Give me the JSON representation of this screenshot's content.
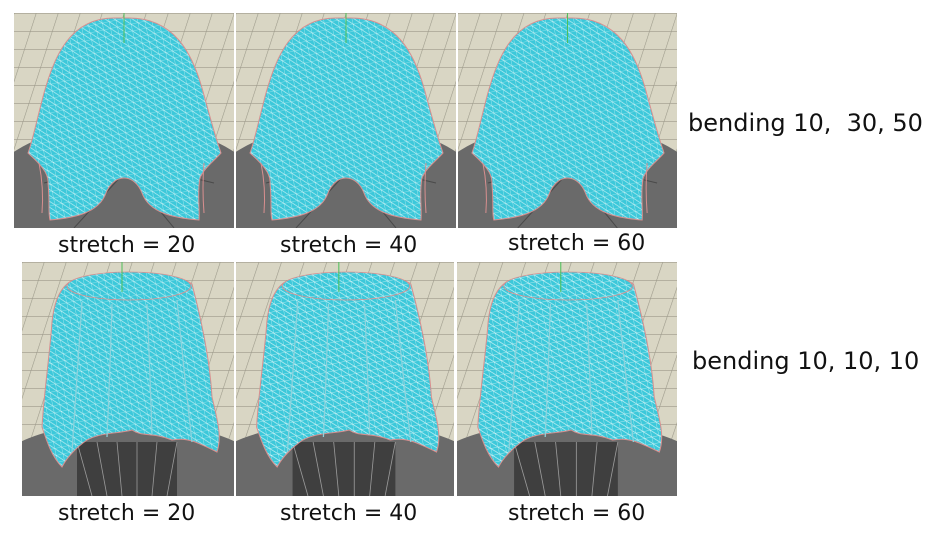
{
  "rows": [
    {
      "side_label": "bending 10,  30, 50",
      "captions": [
        "stretch = 20",
        "stretch = 40",
        "stretch = 60"
      ]
    },
    {
      "side_label": "bending 10, 10, 10",
      "captions": [
        "stretch = 20",
        "stretch = 40",
        "stretch = 60"
      ]
    }
  ],
  "colors": {
    "floor": "#d9d6c4",
    "grid": "#9c998a",
    "table": "#6a6a6a",
    "cloth": "#3cc8da",
    "cloth_mesh": "#d8f6f8",
    "seam": "#d88f8f"
  }
}
